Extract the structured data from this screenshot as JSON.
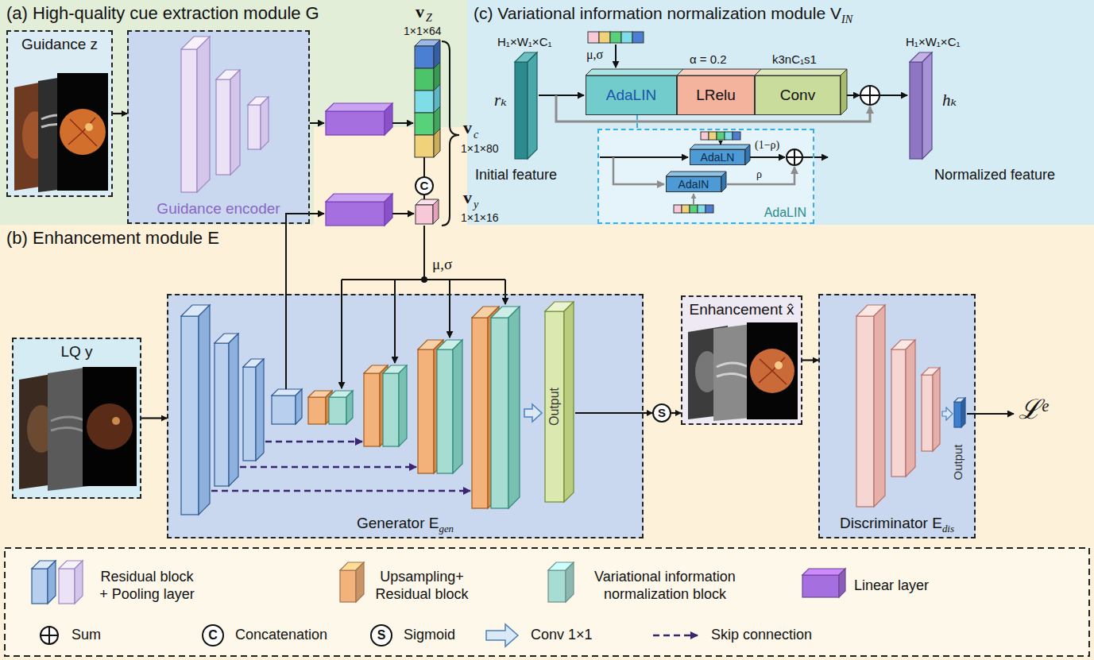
{
  "diagram": {
    "nodes": [
      {
        "text": [
          "(a) High-quality cue extraction module G"
        ]
      },
      {
        "text": [
          "Guidance z"
        ],
        "in": 0
      },
      {
        "text": [
          "Guidance encoder"
        ],
        "in": 0
      },
      {
        "text": [
          "C"
        ]
      },
      {
        "text": [
          "(c) Variational information normalization module V",
          "IN"
        ]
      },
      {
        "text": [
          "AdaLIN"
        ],
        "in": 4
      },
      {
        "text": [
          "LRelu"
        ],
        "in": 4
      },
      {
        "text": [
          "Conv"
        ],
        "in": 4
      },
      {
        "text": [
          "AdaLIN"
        ],
        "in": 4
      },
      {
        "text": [
          "AdaLN"
        ],
        "in": 8
      },
      {
        "text": [
          "AdaIN"
        ],
        "in": 8
      },
      {
        "text": [
          "(b) Enhancement module E"
        ]
      },
      {
        "text": [
          "LQ y"
        ],
        "in": 11
      },
      {
        "text": [
          "Generator E",
          "gen"
        ],
        "in": 11
      },
      {
        "text": [
          "S"
        ],
        "in": 11
      },
      {
        "text": [
          "Enhancement x̂"
        ],
        "in": 11
      },
      {
        "text": [
          "Discriminator E",
          "dis"
        ],
        "in": 11
      }
    ],
    "edges": [
      {
        "from": 1,
        "to": 2,
        "arrow": "to"
      },
      {
        "from": 5,
        "to": 8,
        "arrow": "none"
      },
      {
        "from": 12,
        "to": 13,
        "arrow": "to"
      },
      {
        "from": 13,
        "to": 14,
        "arrow": "to"
      },
      {
        "from": 14,
        "to": 15,
        "arrow": "to"
      },
      {
        "from": 15,
        "to": 16,
        "arrow": "to"
      }
    ],
    "labels": [
      "v",
      "Z",
      "1×1×64",
      "v",
      "c",
      "1×1×80",
      "v",
      "y",
      "1×1×16",
      "μ,σ",
      "μ,σ",
      "α = 0.2",
      "k3nC₁s1",
      "H₁×W₁×C₁",
      "rₖ",
      "Initial feature",
      "H₁×W₁×C₁",
      "hₖ",
      "Normalized feature",
      "(1−ρ)",
      "ρ",
      "Output",
      "Output",
      "ℒᵉ",
      "C",
      "S"
    ],
    "legend": [
      {
        "text": "Residual block + Pooling layer"
      },
      {
        "text": "Upsampling+ Residual block",
        "color": "#f2b27a"
      },
      {
        "text": "Variational information normalization block",
        "color": "#a6dcd2"
      },
      {
        "text": "Linear layer",
        "color": "#a66fe0"
      },
      {
        "text": "Sum"
      },
      {
        "text": "Concatenation"
      },
      {
        "text": "Sigmoid"
      },
      {
        "text": "Conv 1×1"
      },
      {
        "text": "Skip connection"
      }
    ]
  }
}
